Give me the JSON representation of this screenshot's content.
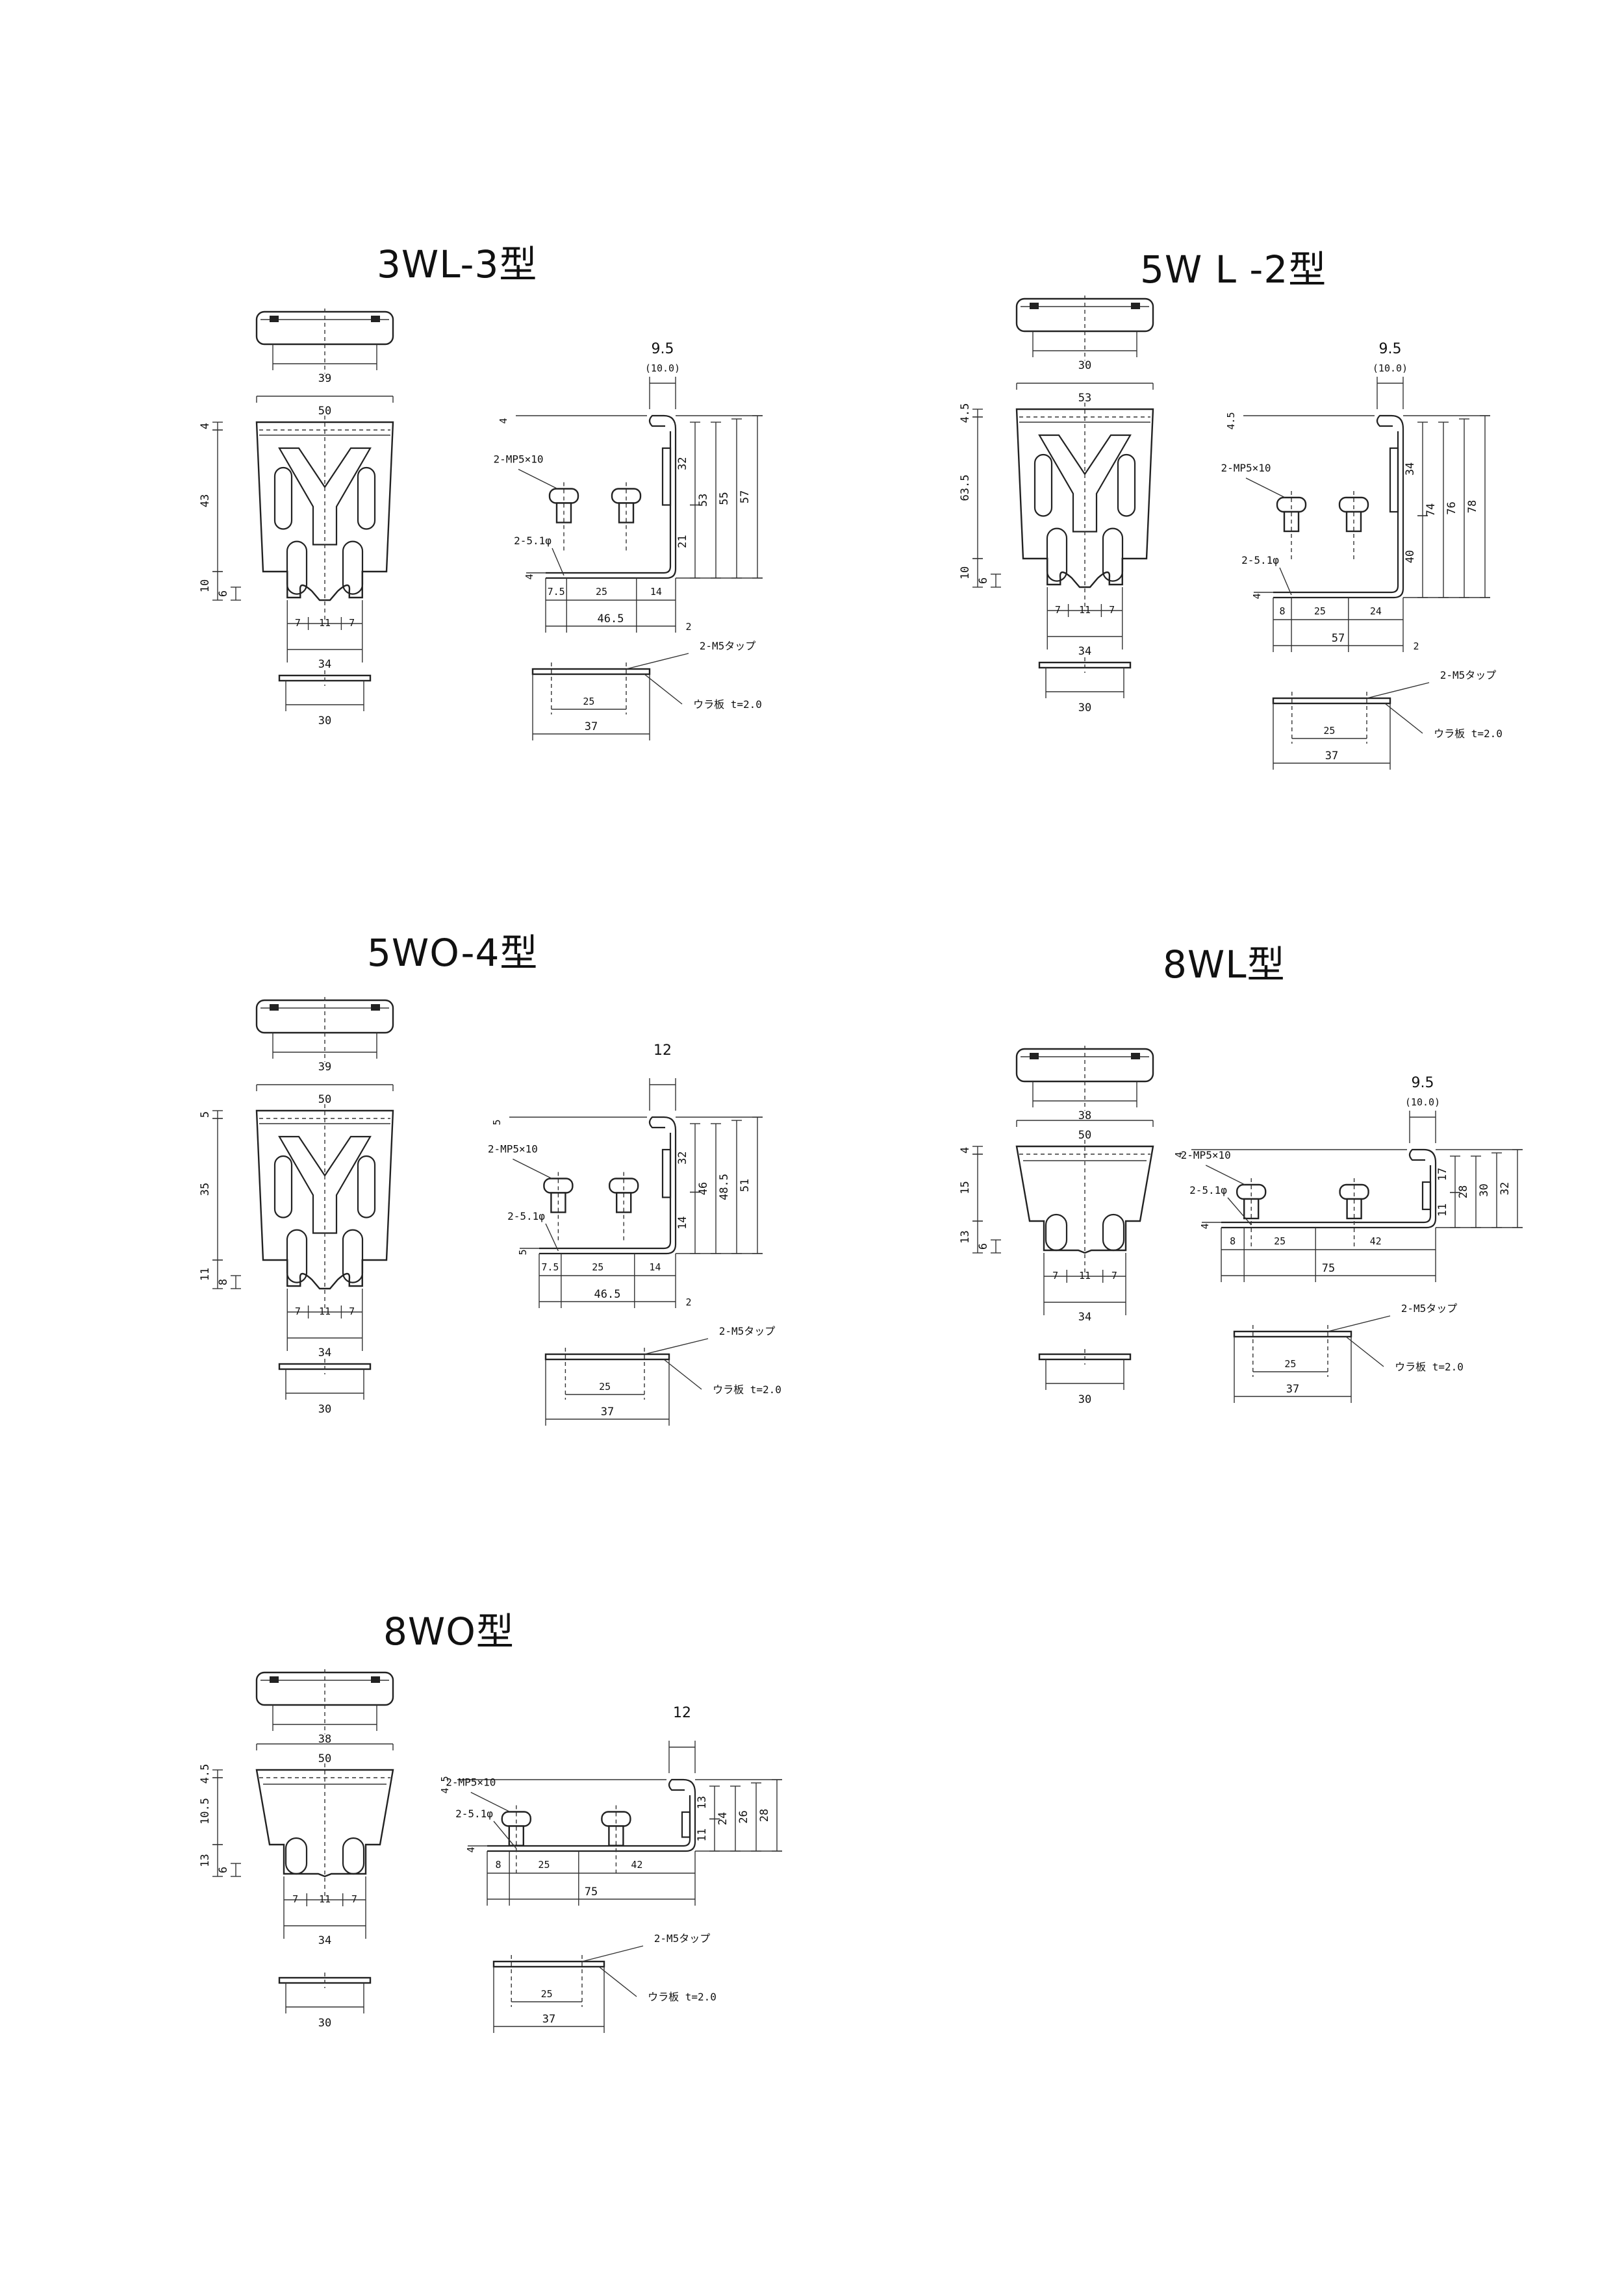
{
  "panels": [
    {
      "id": "3wl3",
      "title": "3WL-3型",
      "cap_width": "39",
      "clip_top_width": "50",
      "dim_left": [
        "4",
        "43",
        "10",
        "6"
      ],
      "dim_bottom": [
        "7",
        "11",
        "7"
      ],
      "foot_width": "34",
      "plate_width": "30",
      "side_gap": "9.5",
      "side_gap_alt": "(10.0)",
      "side_left": [
        "4",
        "4"
      ],
      "side_right": [
        "32",
        "53",
        "55",
        "57",
        "21"
      ],
      "side_bottom": [
        "7.5",
        "25",
        "14"
      ],
      "side_total": "46.5",
      "side_end": "2",
      "screw_label": "2-MP5×10",
      "hole_label": "2-5.1φ",
      "tap_label": "2-M5タップ",
      "back_label": "ウラ板  t=2.0",
      "tap_pitch": "25",
      "tap_total": "37"
    },
    {
      "id": "5wl2",
      "title": "5W L -2型",
      "cap_width": "30",
      "clip_top_width": "53",
      "dim_left": [
        "4.5",
        "63.5",
        "10",
        "6"
      ],
      "dim_bottom": [
        "7",
        "11",
        "7"
      ],
      "foot_width": "34",
      "plate_width": "30",
      "side_gap": "9.5",
      "side_gap_alt": "(10.0)",
      "side_left": [
        "4.5",
        "4"
      ],
      "side_right": [
        "34",
        "74",
        "76",
        "78",
        "40"
      ],
      "side_bottom": [
        "8",
        "25",
        "24"
      ],
      "side_total": "57",
      "side_end": "2",
      "screw_label": "2-MP5×10",
      "hole_label": "2-5.1φ",
      "tap_label": "2-M5タップ",
      "back_label": "ウラ板  t=2.0",
      "tap_pitch": "25",
      "tap_total": "37"
    },
    {
      "id": "5wo4",
      "title": "5WO-4型",
      "cap_width": "39",
      "clip_top_width": "50",
      "dim_left": [
        "5",
        "35",
        "11",
        "8"
      ],
      "dim_bottom": [
        "7",
        "11",
        "7"
      ],
      "foot_width": "34",
      "plate_width": "30",
      "side_gap": "12",
      "side_gap_alt": "",
      "side_left": [
        "5",
        "5"
      ],
      "side_right": [
        "32",
        "46",
        "48.5",
        "51",
        "14"
      ],
      "side_bottom": [
        "7.5",
        "25",
        "14"
      ],
      "side_total": "46.5",
      "side_end": "2",
      "screw_label": "2-MP5×10",
      "hole_label": "2-5.1φ",
      "tap_label": "2-M5タップ",
      "back_label": "ウラ板  t=2.0",
      "tap_pitch": "25",
      "tap_total": "37"
    },
    {
      "id": "8wl",
      "title": "8WL型",
      "cap_width": "38",
      "clip_top_width": "50",
      "dim_left": [
        "4",
        "15",
        "13",
        "6"
      ],
      "dim_bottom": [
        "7",
        "11",
        "7"
      ],
      "foot_width": "34",
      "plate_width": "30",
      "side_gap": "9.5",
      "side_gap_alt": "(10.0)",
      "side_left": [
        "4",
        "4"
      ],
      "side_right": [
        "17",
        "28",
        "30",
        "32",
        "11"
      ],
      "side_bottom": [
        "8",
        "25",
        "42"
      ],
      "side_total": "75",
      "side_end": "",
      "screw_label": "2-MP5×10",
      "hole_label": "2-5.1φ",
      "tap_label": "2-M5タップ",
      "back_label": "ウラ板  t=2.0",
      "tap_pitch": "25",
      "tap_total": "37"
    },
    {
      "id": "8wo",
      "title": "8WO型",
      "cap_width": "38",
      "clip_top_width": "50",
      "dim_left": [
        "4.5",
        "10.5",
        "13",
        "6"
      ],
      "dim_bottom": [
        "7",
        "11",
        "7"
      ],
      "foot_width": "34",
      "plate_width": "30",
      "side_gap": "12",
      "side_gap_alt": "",
      "side_left": [
        "4.5",
        "4"
      ],
      "side_right": [
        "13",
        "24",
        "26",
        "28",
        "11"
      ],
      "side_bottom": [
        "8",
        "25",
        "42"
      ],
      "side_total": "75",
      "side_end": "",
      "screw_label": "2-MP5×10",
      "hole_label": "2-5.1φ",
      "tap_label": "2-M5タップ",
      "back_label": "ウラ板  t=2.0",
      "tap_pitch": "25",
      "tap_total": "37"
    }
  ]
}
